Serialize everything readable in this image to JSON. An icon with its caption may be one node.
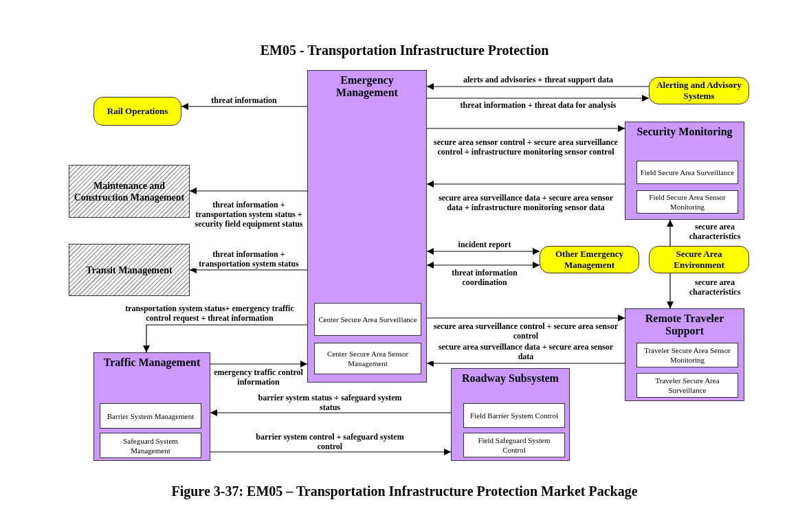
{
  "diagram": {
    "title": "EM05 - Transportation Infrastructure Protection",
    "caption": "Figure 3-37: EM05 – Transportation Infrastructure Protection Market Package",
    "nodes": [
      {
        "text": [
          "Emergency Management"
        ]
      },
      {
        "text": [
          "Center Secure Area Surveillance"
        ],
        "in": 0
      },
      {
        "text": [
          "Center Secure Area Sensor Management"
        ],
        "in": 0
      },
      {
        "text": [
          "Alerting and Advisory Systems"
        ]
      },
      {
        "text": [
          "Rail Operations"
        ]
      },
      {
        "text": [
          "Security Monitoring"
        ]
      },
      {
        "text": [
          "Field Secure Area Surveillance"
        ],
        "in": 5
      },
      {
        "text": [
          "Field Secure Area Sensor Monitoring"
        ],
        "in": 5
      },
      {
        "text": [
          "Maintenance and Construction Management"
        ]
      },
      {
        "text": [
          "Transit Management"
        ]
      },
      {
        "text": [
          "Other Emergency Management"
        ]
      },
      {
        "text": [
          "Secure Area Environment"
        ]
      },
      {
        "text": [
          "Remote Traveler Support"
        ]
      },
      {
        "text": [
          "Traveler Secure Area Sensor Monitoring"
        ],
        "in": 12
      },
      {
        "text": [
          "Traveler Secure Area Surveillance"
        ],
        "in": 12
      },
      {
        "text": [
          "Traffic Management"
        ]
      },
      {
        "text": [
          "Barrier System Management"
        ],
        "in": 15
      },
      {
        "text": [
          "Safeguard System Management"
        ],
        "in": 15
      },
      {
        "text": [
          "Roadway Subsystem"
        ]
      },
      {
        "text": [
          "Field Barrier System Control"
        ],
        "in": 18
      },
      {
        "text": [
          "Field Safeguard System Control"
        ],
        "in": 18
      }
    ],
    "edges": [
      {
        "from": 3,
        "to": 0,
        "arrow": "to",
        "label": "alerts and advisories + threat support data"
      },
      {
        "from": 0,
        "to": 3,
        "arrow": "to",
        "label": "threat information + threat data for analysis"
      },
      {
        "from": 0,
        "to": 4,
        "arrow": "to",
        "label": "threat information"
      },
      {
        "from": 0,
        "to": 5,
        "arrow": "to",
        "label": "secure area sensor control + secure area surveillance control + infrastructure monitoring sensor control"
      },
      {
        "from": 5,
        "to": 0,
        "arrow": "to",
        "label": "secure area surveillance data + secure area sensor data + infrastructure monitoring sensor data"
      },
      {
        "from": 0,
        "to": 8,
        "arrow": "to",
        "label": "threat information + transportation system status + security field equipment status"
      },
      {
        "from": 0,
        "to": 9,
        "arrow": "to",
        "label": "threat information + transportation system status"
      },
      {
        "from": 0,
        "to": 10,
        "arrow": "both",
        "label": "incident report"
      },
      {
        "from": 0,
        "to": 10,
        "arrow": "both",
        "label": "threat information coordination"
      },
      {
        "from": 11,
        "to": 5,
        "arrow": "to",
        "label": "secure area characteristics"
      },
      {
        "from": 11,
        "to": 12,
        "arrow": "to",
        "label": "secure area characteristics"
      },
      {
        "from": 0,
        "to": 15,
        "arrow": "to",
        "label": "transportation system status+ emergency traffic control request + threat information"
      },
      {
        "from": 15,
        "to": 0,
        "arrow": "to",
        "label": "emergency traffic control information"
      },
      {
        "from": 0,
        "to": 12,
        "arrow": "to",
        "label": "secure area surveillance control + secure area sensor control"
      },
      {
        "from": 12,
        "to": 0,
        "arrow": "to",
        "label": "secure area surveillance data + secure area sensor data"
      },
      {
        "from": 18,
        "to": 15,
        "arrow": "to",
        "label": "barrier system status + safeguard system status"
      },
      {
        "from": 15,
        "to": 18,
        "arrow": "to",
        "label": "barrier system control + safeguard system control"
      }
    ]
  }
}
